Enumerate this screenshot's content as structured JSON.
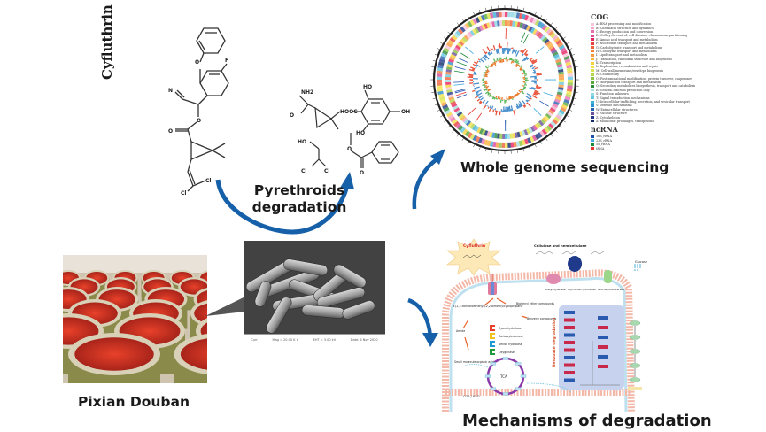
{
  "figure": {
    "title": "Cyfluthrin degradation by a bacterial strain isolated from Pixian Douban",
    "accent_color": "#1560a8"
  },
  "panels": {
    "chemistry": {
      "compound_label": "Cyfluthrin",
      "cyfluthrin_atoms": [
        "F",
        "O",
        "N",
        "O",
        "O",
        "Cl",
        "Cl"
      ],
      "products": [
        {
          "name": "cyclopropane-carboxamide",
          "atoms": [
            "NH2",
            "O"
          ]
        },
        {
          "name": "2,2-dichloroethanol",
          "atoms": [
            "HO",
            "Cl",
            "Cl"
          ]
        },
        {
          "name": "trihydroxybenzoic acid",
          "atoms": [
            "HO",
            "HOOC",
            "OH",
            "HO"
          ]
        },
        {
          "name": "methyl benzoate",
          "atoms": [
            "O",
            "O"
          ]
        }
      ]
    },
    "arrows": {
      "pyrethroids_label_line1": "Pyrethroids",
      "pyrethroids_label_line2": "degradation"
    },
    "genome": {
      "label": "Whole genome sequencing",
      "legend_title_cog": "COG",
      "cog_categories": [
        {
          "code": "A",
          "label": "A: RNA processing and modification",
          "color": "#f7c6d9"
        },
        {
          "code": "B",
          "label": "B: Chromatin structure and dynamics",
          "color": "#f4a6c6"
        },
        {
          "code": "C",
          "label": "C: Energy production and conversion",
          "color": "#e76fb0"
        },
        {
          "code": "D",
          "label": "D: Cell cycle control, cell division, chromosome partitioning",
          "color": "#d94a9a"
        },
        {
          "code": "E",
          "label": "E: Amino acid transport and metabolism",
          "color": "#e8245f"
        },
        {
          "code": "F",
          "label": "F: Nucleotide transport and metabolism",
          "color": "#e8413c"
        },
        {
          "code": "G",
          "label": "G: Carbohydrate transport and metabolism",
          "color": "#f0613a"
        },
        {
          "code": "H",
          "label": "H: Coenzyme transport and metabolism",
          "color": "#f4803a"
        },
        {
          "code": "I",
          "label": "I: Lipid transport and metabolism",
          "color": "#f79a3a"
        },
        {
          "code": "J",
          "label": "J: Translation, ribosomal structure and biogenesis",
          "color": "#f9b43a"
        },
        {
          "code": "K",
          "label": "K: Transcription",
          "color": "#f7d23c"
        },
        {
          "code": "L",
          "label": "L: Replication, recombination and repair",
          "color": "#f2e24a"
        },
        {
          "code": "M",
          "label": "M: Cell wall/membrane/envelope biogenesis",
          "color": "#d9e24a"
        },
        {
          "code": "N",
          "label": "N: Cell motility",
          "color": "#b5d54a"
        },
        {
          "code": "O",
          "label": "O: Posttranslational modification, protein turnover, chaperones",
          "color": "#8cc43f"
        },
        {
          "code": "P",
          "label": "P: Inorganic ion transport and metabolism",
          "color": "#5aaa3a"
        },
        {
          "code": "Q",
          "label": "Q: Secondary metabolites biosynthesis, transport and catabolism",
          "color": "#2e8b3a"
        },
        {
          "code": "R",
          "label": "R: General function prediction only",
          "color": "#a6e0e0"
        },
        {
          "code": "S",
          "label": "S: Function unknown",
          "color": "#8fd6e6"
        },
        {
          "code": "T",
          "label": "T: Signal transduction mechanisms",
          "color": "#66c6de"
        },
        {
          "code": "U",
          "label": "U: Intracellular trafficking, secretion, and vesicular transport",
          "color": "#3fb0d6"
        },
        {
          "code": "V",
          "label": "V: Defense mechanisms",
          "color": "#2a8fd0"
        },
        {
          "code": "W",
          "label": "W: Extracellular structures",
          "color": "#2860b0"
        },
        {
          "code": "Y",
          "label": "Y: Nuclear structure",
          "color": "#6a4f9a"
        },
        {
          "code": "Z",
          "label": "Z: Cytoskeleton",
          "color": "#1f3a8a"
        },
        {
          "code": "X",
          "label": "X: Mobilome: prophages, transposons",
          "color": "#102a6a"
        }
      ],
      "legend_title_ncrna": "ncRNA",
      "ncrna_types": [
        {
          "label": "16S_rRNA",
          "color": "#1f4fb0"
        },
        {
          "label": "23S_rRNA",
          "color": "#3fa9e0"
        },
        {
          "label": "5S_rRNA",
          "color": "#1a8a3a"
        },
        {
          "label": "tRNA",
          "color": "#e8302a"
        }
      ]
    },
    "source": {
      "label": "Pixian Douban"
    },
    "sem": {
      "footer_fields": [
        "Curr",
        "Mag = 20.00 K X",
        "EHT = 3.00 kV",
        "Date: 4 Nov 2020"
      ]
    },
    "mechanism": {
      "label": "Mechanisms of degradation",
      "star_label": "Cyfluthrin",
      "top_label": "Cellulose and hemicellulose",
      "enzymes": [
        "Acetyl xylanase",
        "Glycoside hydrolases",
        "Glucosyltransferase"
      ],
      "glucose_label": "Glucose",
      "intermediates": [
        "3-(2,2-dichloroethenyl)-2,2-dimethylcyclopropane",
        "Biphenyl ether compounds",
        "Benzene compounds",
        "Amide",
        "Small molecule organic acids"
      ],
      "enzyme_legend": [
        "Cyanohydrolase",
        "Carboxylesterase",
        "Amide hydrolase",
        "Oxygenase"
      ],
      "enzyme_legend_colors": [
        "#e8412a",
        "#f2c21e",
        "#1e9ad6",
        "#1f9a3a"
      ],
      "pathway_box_label": "Benzoate degradation",
      "cycle_label": "TCA",
      "output_label": "CO2 / H2O"
    }
  }
}
